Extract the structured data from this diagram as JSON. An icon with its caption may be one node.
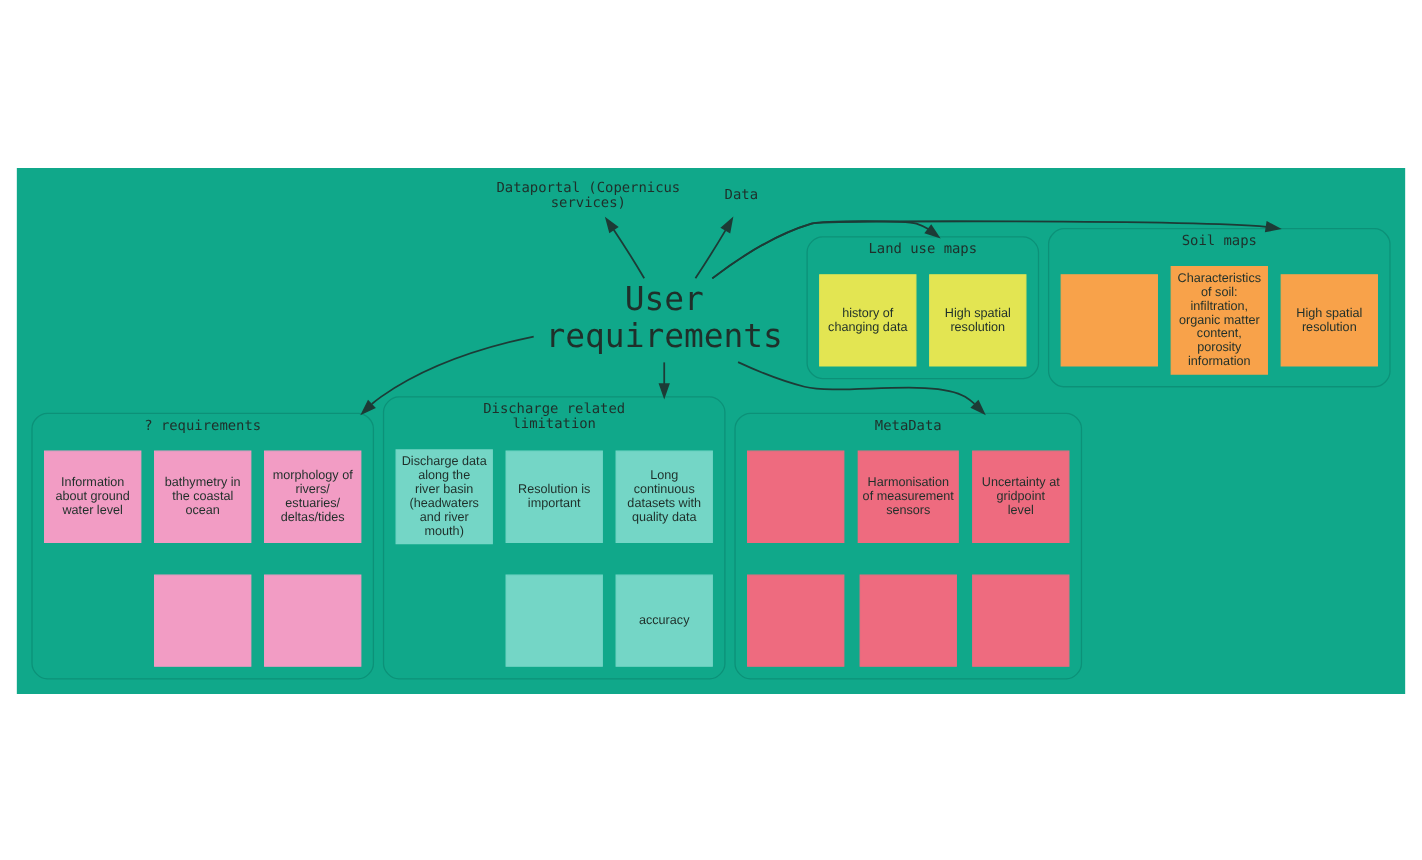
{
  "diagram": {
    "nodes": [
      {
        "text": [
          "User requirements"
        ]
      },
      {
        "text": [
          "Dataportal (Copernicus services)"
        ]
      },
      {
        "text": [
          "Data"
        ]
      },
      {
        "text": [
          "Land use maps"
        ]
      },
      {
        "text": [
          "High spatial resolution"
        ],
        "in": 3
      },
      {
        "text": [
          "history of changing data"
        ],
        "in": 3
      },
      {
        "text": [
          "Soil maps"
        ]
      },
      {
        "text": [
          "High spatial resolution"
        ],
        "in": 6
      },
      {
        "text": [
          "Characteristics of soil: infiltration, organic matter content, porosity information"
        ],
        "in": 6
      },
      {
        "text": [],
        "shape": "box",
        "in": 6
      },
      {
        "text": [
          "? requirements"
        ]
      },
      {
        "text": [
          "morphology of rivers/ estuaries/ deltas/tides"
        ],
        "in": 10
      },
      {
        "text": [
          "bathymetry in the coastal ocean"
        ],
        "in": 10
      },
      {
        "text": [
          "Information about ground water level"
        ],
        "in": 10
      },
      {
        "text": [],
        "shape": "box",
        "in": 10
      },
      {
        "text": [],
        "shape": "box",
        "in": 10
      },
      {
        "text": [
          "Discharge related limitation"
        ]
      },
      {
        "text": [
          "Long continuous datasets with quality data"
        ],
        "in": 16
      },
      {
        "text": [
          "Resolution is important"
        ],
        "in": 16
      },
      {
        "text": [
          "Discharge data along the river basin (headwaters and river mouth)"
        ],
        "in": 16
      },
      {
        "text": [
          "accuracy"
        ],
        "in": 16
      },
      {
        "text": [],
        "shape": "box",
        "in": 16
      },
      {
        "text": [
          "MetaData"
        ]
      },
      {
        "text": [
          "Uncertainty at gridpoint level"
        ],
        "in": 22
      },
      {
        "text": [
          "Harmonisation of measurement sensors"
        ],
        "in": 22
      },
      {
        "text": [],
        "shape": "box",
        "in": 22
      },
      {
        "text": [],
        "shape": "box",
        "in": 22
      },
      {
        "text": [],
        "shape": "box",
        "in": 22
      },
      {
        "text": [],
        "shape": "box",
        "in": 22
      }
    ],
    "edges": [
      {
        "from": 0,
        "to": 1,
        "arrow": "to"
      },
      {
        "from": 0,
        "to": 2,
        "arrow": "to"
      },
      {
        "from": 0,
        "to": 3,
        "arrow": "to"
      },
      {
        "from": 0,
        "to": 6,
        "arrow": "to"
      },
      {
        "from": 0,
        "to": 10,
        "arrow": "to"
      },
      {
        "from": 0,
        "to": 16,
        "arrow": "to"
      },
      {
        "from": 0,
        "to": 22,
        "arrow": "to"
      }
    ]
  }
}
